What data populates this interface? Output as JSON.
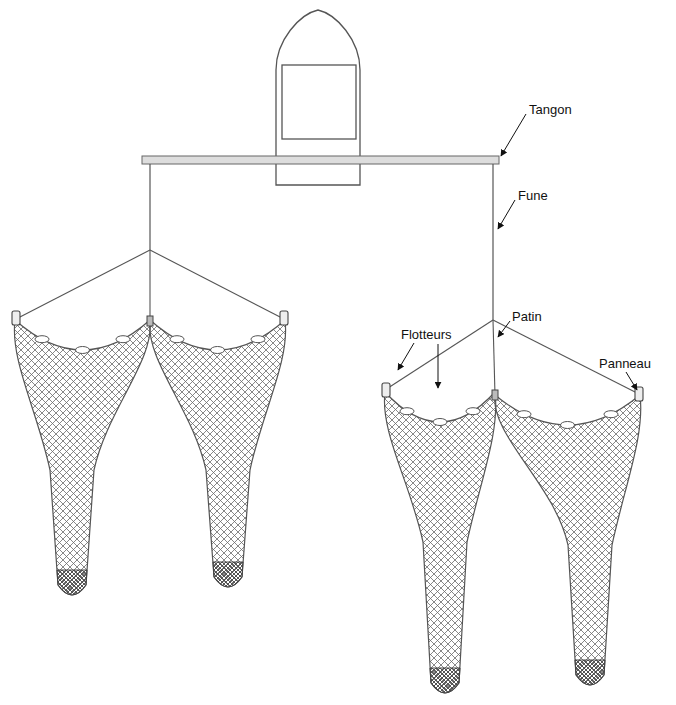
{
  "diagram": {
    "labels": [
      "Tangon",
      "Fune",
      "Panneau",
      "Flotteurs",
      "Patin"
    ]
  }
}
